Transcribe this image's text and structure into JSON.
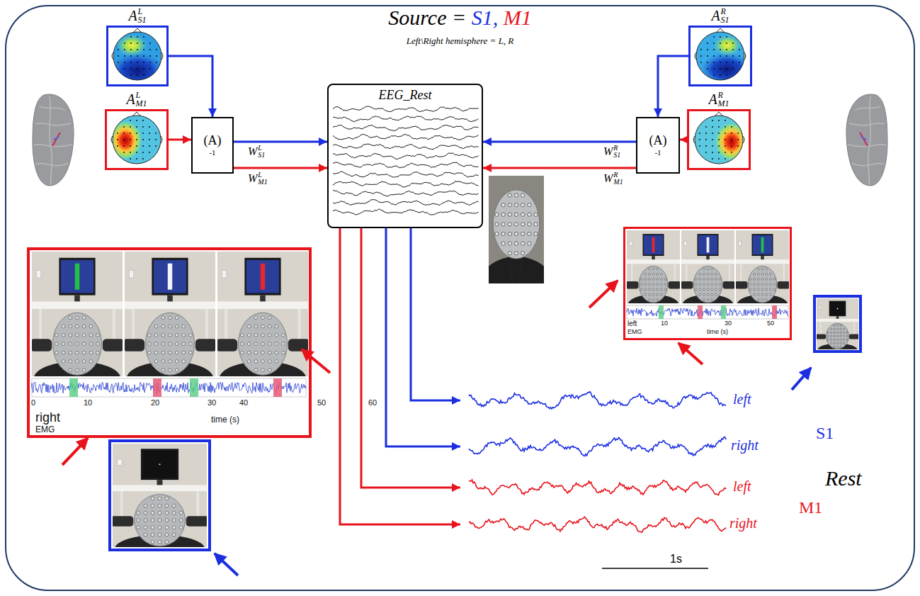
{
  "diagram": {
    "title": "Source = S1, M1",
    "nodes": [
      {
        "text": [
          "A",
          "S1",
          "L"
        ]
      },
      {
        "text": [
          "A",
          "M1",
          "L"
        ]
      },
      {
        "text": [
          "(A)",
          "-1"
        ]
      },
      {
        "text": [
          "EEG_Rest"
        ]
      },
      {
        "text": [
          "(A)",
          "-1"
        ]
      },
      {
        "text": [
          "A",
          "S1",
          "R"
        ]
      },
      {
        "text": [
          "A",
          "M1",
          "R"
        ]
      },
      {
        "text": [
          "right",
          "EMG",
          "0",
          "10",
          "20",
          "30",
          "40",
          "time (s)"
        ]
      },
      {
        "text": [
          "left",
          "EMG",
          "10",
          "30",
          "50",
          "time (s)"
        ]
      }
    ],
    "edges": [
      {
        "from": 0,
        "to": 2,
        "arrow": "to"
      },
      {
        "from": 1,
        "to": 2,
        "arrow": "to"
      },
      {
        "from": 2,
        "to": 3,
        "arrow": "to"
      },
      {
        "from": 2,
        "to": 3,
        "arrow": "to"
      },
      {
        "from": 4,
        "to": 3,
        "arrow": "to"
      },
      {
        "from": 4,
        "to": 3,
        "arrow": "to"
      },
      {
        "from": 5,
        "to": 4,
        "arrow": "to"
      },
      {
        "from": 6,
        "to": 4,
        "arrow": "to"
      }
    ],
    "labels": [
      "Left\\Right hemisphere = L, R",
      "W",
      "L",
      "S1",
      "W",
      "L",
      "M1",
      "W",
      "R",
      "S1",
      "W",
      "R",
      "M1",
      "50",
      "60",
      "left",
      "right",
      "S1",
      "left",
      "right",
      "M1",
      "Rest",
      "1s"
    ]
  }
}
